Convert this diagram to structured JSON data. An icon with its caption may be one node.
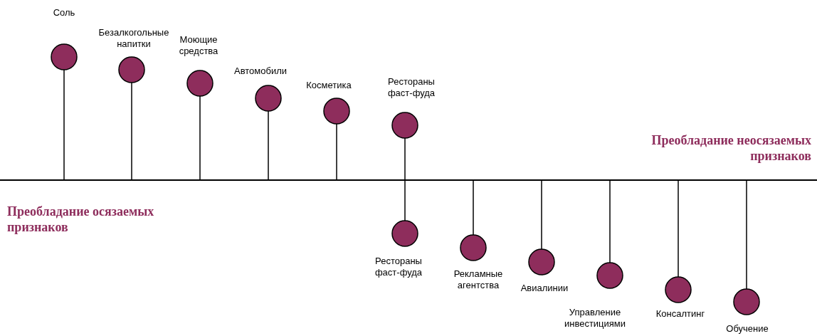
{
  "diagram": {
    "nodes": [
      {
        "text": [],
        "shape": "circle",
        "beside": [
          "Соль"
        ]
      },
      {
        "text": [],
        "shape": "circle",
        "beside": [
          "Безалкогольные напитки"
        ]
      },
      {
        "text": [],
        "shape": "circle",
        "beside": [
          "Моющие средства"
        ]
      },
      {
        "text": [],
        "shape": "circle",
        "beside": [
          "Автомобили"
        ]
      },
      {
        "text": [],
        "shape": "circle",
        "beside": [
          "Косметика"
        ]
      },
      {
        "text": [],
        "shape": "circle",
        "beside": [
          "Рестораны фаст-фуда"
        ]
      },
      {
        "text": [],
        "shape": "circle",
        "beside": [
          "Рестораны фаст-фуда"
        ]
      },
      {
        "text": [],
        "shape": "circle",
        "beside": [
          "Рекламные агентства"
        ]
      },
      {
        "text": [],
        "shape": "circle",
        "beside": [
          "Авиалинии"
        ]
      },
      {
        "text": [],
        "shape": "circle",
        "beside": [
          "Управление инвестициями"
        ]
      },
      {
        "text": [],
        "shape": "circle",
        "beside": [
          "Консалтинг"
        ]
      },
      {
        "text": [],
        "shape": "circle",
        "beside": [
          "Обучение"
        ]
      },
      {
        "text": [],
        "shape": "bar"
      }
    ],
    "edges": [
      {
        "from": 0,
        "to": 12,
        "arrow": "none"
      },
      {
        "from": 1,
        "to": 12,
        "arrow": "none"
      },
      {
        "from": 2,
        "to": 12,
        "arrow": "none"
      },
      {
        "from": 3,
        "to": 12,
        "arrow": "none"
      },
      {
        "from": 4,
        "to": 12,
        "arrow": "none"
      },
      {
        "from": 5,
        "to": 12,
        "arrow": "none"
      },
      {
        "from": 6,
        "to": 12,
        "arrow": "none"
      },
      {
        "from": 7,
        "to": 12,
        "arrow": "none"
      },
      {
        "from": 8,
        "to": 12,
        "arrow": "none"
      },
      {
        "from": 9,
        "to": 12,
        "arrow": "none"
      },
      {
        "from": 10,
        "to": 12,
        "arrow": "none"
      },
      {
        "from": 11,
        "to": 12,
        "arrow": "none"
      }
    ],
    "labels": [
      "Преобладание неосязаемых признаков",
      "Преобладание осязаемых признаков"
    ]
  }
}
